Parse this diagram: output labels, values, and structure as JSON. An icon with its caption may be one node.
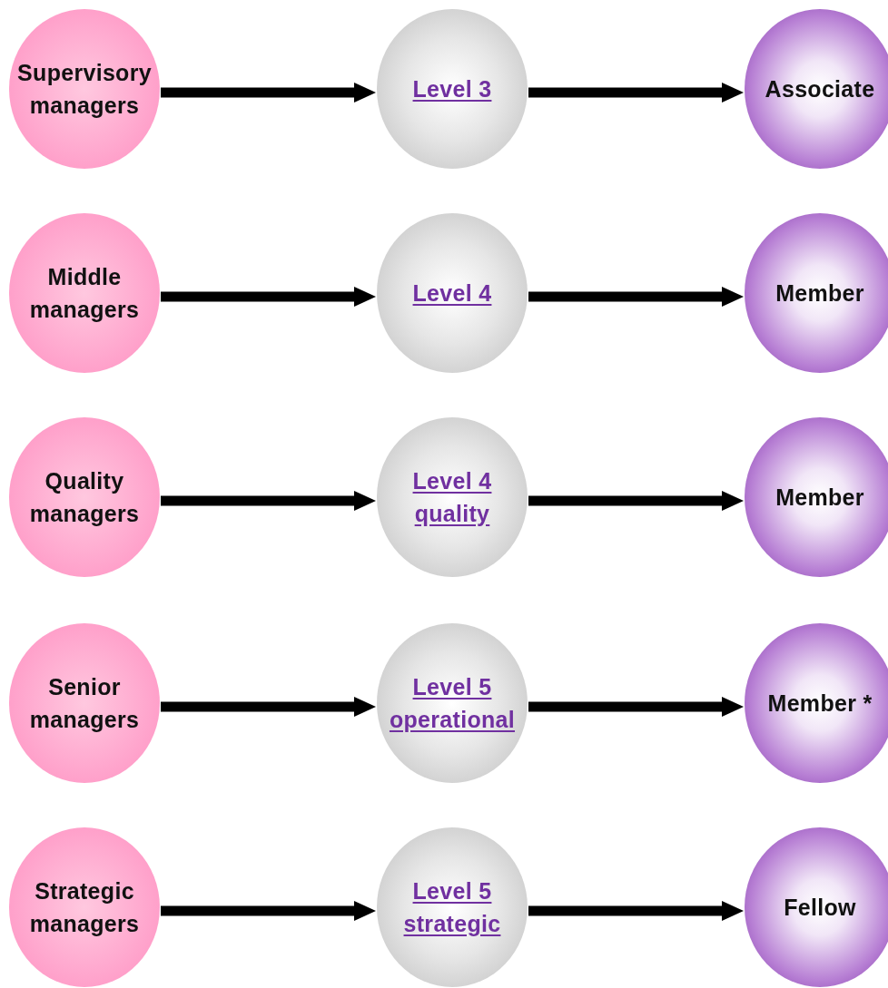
{
  "diagram": {
    "nodes": [
      {
        "text": [
          "Supervisory managers"
        ]
      },
      {
        "text": [
          "Level 3"
        ]
      },
      {
        "text": [
          "Associate"
        ]
      },
      {
        "text": [
          "Middle managers"
        ]
      },
      {
        "text": [
          "Level 4"
        ]
      },
      {
        "text": [
          "Member"
        ]
      },
      {
        "text": [
          "Quality managers"
        ]
      },
      {
        "text": [
          "Level 4 quality"
        ]
      },
      {
        "text": [
          "Member"
        ]
      },
      {
        "text": [
          "Senior managers"
        ]
      },
      {
        "text": [
          "Level 5 operational"
        ]
      },
      {
        "text": [
          "Member *"
        ]
      },
      {
        "text": [
          "Strategic managers"
        ]
      },
      {
        "text": [
          "Level 5 strategic"
        ]
      },
      {
        "text": [
          "Fellow"
        ]
      }
    ],
    "edges": [
      {
        "from": 0,
        "to": 1,
        "arrow": "to"
      },
      {
        "from": 1,
        "to": 2,
        "arrow": "to"
      },
      {
        "from": 3,
        "to": 4,
        "arrow": "to"
      },
      {
        "from": 4,
        "to": 5,
        "arrow": "to"
      },
      {
        "from": 6,
        "to": 7,
        "arrow": "to"
      },
      {
        "from": 7,
        "to": 8,
        "arrow": "to"
      },
      {
        "from": 9,
        "to": 10,
        "arrow": "to"
      },
      {
        "from": 10,
        "to": 11,
        "arrow": "to"
      },
      {
        "from": 12,
        "to": 13,
        "arrow": "to"
      },
      {
        "from": 13,
        "to": 14,
        "arrow": "to"
      }
    ]
  }
}
